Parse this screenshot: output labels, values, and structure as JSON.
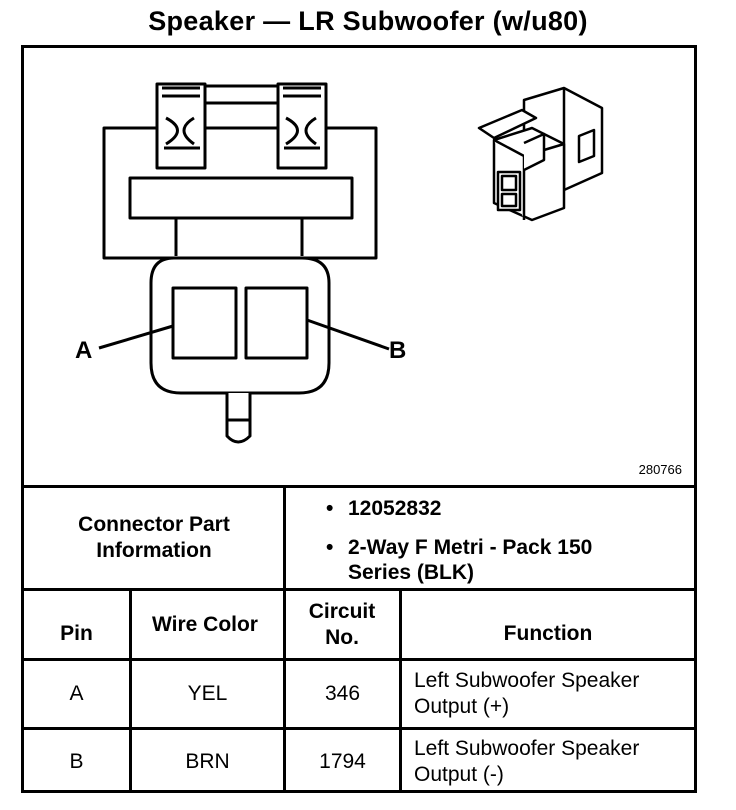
{
  "title": "Speaker — LR Subwoofer (w/u80)",
  "figure_number": "280766",
  "pins_diagram": {
    "label_a": "A",
    "label_b": "B"
  },
  "connector_info": {
    "label": "Connector Part Information",
    "items": [
      "12052832",
      "2-Way F Metri - Pack 150 Series (BLK)"
    ]
  },
  "table": {
    "headers": {
      "pin": "Pin",
      "wire_color": "Wire Color",
      "circuit": "Circuit No.",
      "function": "Function"
    },
    "rows": [
      {
        "pin": "A",
        "wire_color": "YEL",
        "circuit": "346",
        "function": "Left Subwoofer Speaker Output (+)"
      },
      {
        "pin": "B",
        "wire_color": "BRN",
        "circuit": "1794",
        "function": "Left Subwoofer Speaker Output (-)"
      }
    ]
  }
}
